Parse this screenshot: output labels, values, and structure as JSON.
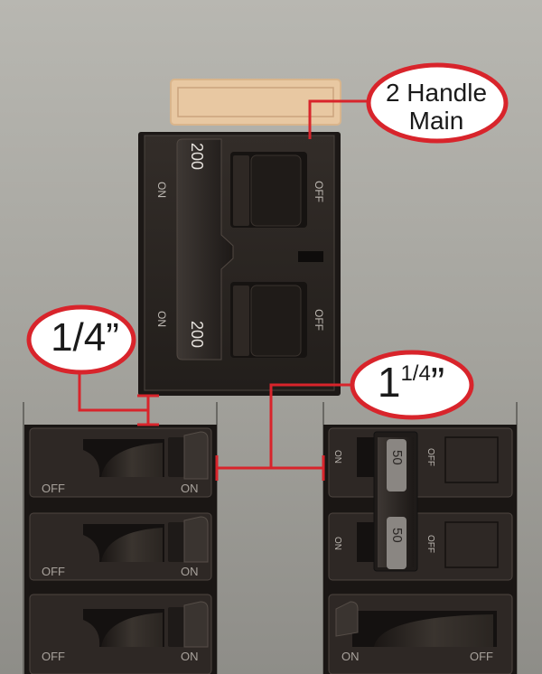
{
  "main_breaker": {
    "top_rating": "200",
    "bottom_rating": "200",
    "on_label": "ON",
    "off_label": "OFF"
  },
  "left_breakers": [
    {
      "off": "OFF",
      "on": "ON"
    },
    {
      "off": "OFF",
      "on": "ON"
    },
    {
      "off": "OFF",
      "on": "ON"
    }
  ],
  "right_tandem": {
    "on_label": "ON",
    "off_label": "OFF",
    "top_rating": "50",
    "bottom_rating": "50"
  },
  "right_bottom_breaker": {
    "on": "ON",
    "off": "OFF"
  },
  "callouts": {
    "main_line1": "2 Handle",
    "main_line2": "Main",
    "gap_quarter": "1/4”",
    "gap_base": "1",
    "gap_frac": "1/4",
    "gap_quote": "”"
  },
  "colors": {
    "callout_red": "#d8242b",
    "breaker_dark": "#2b2623",
    "label_tan": "#e8c8a2"
  }
}
